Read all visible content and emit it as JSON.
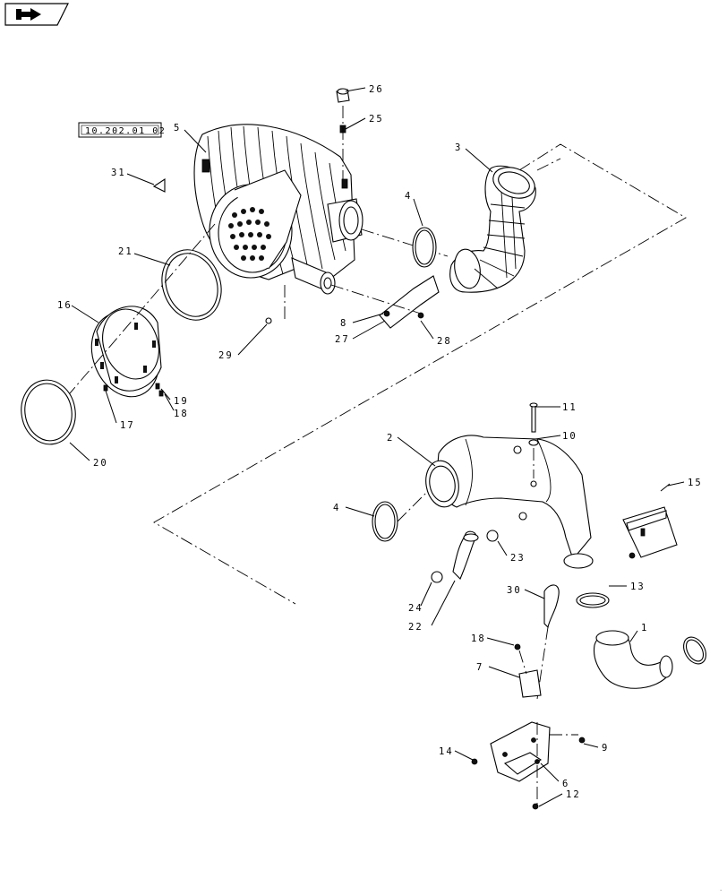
{
  "diagram": {
    "reference_box": "10.202.01 02",
    "nav_icon": "next-page-arrow-icon",
    "callouts": {
      "c26": "26",
      "c25": "25",
      "c5": "5",
      "c3": "3",
      "c31": "31",
      "c4a": "4",
      "c21": "21",
      "c16": "16",
      "c8": "8",
      "c27": "27",
      "c28": "28",
      "c29": "29",
      "c19": "19",
      "c18a": "18",
      "c17": "17",
      "c20": "20",
      "c11": "11",
      "c10": "10",
      "c2": "2",
      "c15": "15",
      "c4b": "4",
      "c23": "23",
      "c13": "13",
      "c30": "30",
      "c24": "24",
      "c22": "22",
      "c1": "1",
      "c18b": "18",
      "c7": "7",
      "c9": "9",
      "c14": "14",
      "c6": "6",
      "c12": "12"
    }
  }
}
